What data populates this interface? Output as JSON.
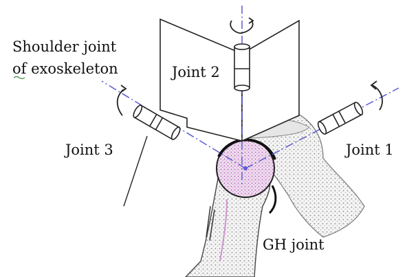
{
  "diagram": {
    "labels": {
      "shoulder_line1": "Shoulder joint",
      "shoulder_line2": "of exoskeleton",
      "joint1": "Joint 1",
      "joint2": "Joint 2",
      "joint3": "Joint 3",
      "gh": "GH joint"
    },
    "colors": {
      "axis": "#5a5ad0",
      "outline": "#222222",
      "bone_shade": "#9a9a9a",
      "bone_fill": "#f2f2f2",
      "glenoid_pattern": "#c070c0",
      "background": "#ffffff"
    }
  }
}
